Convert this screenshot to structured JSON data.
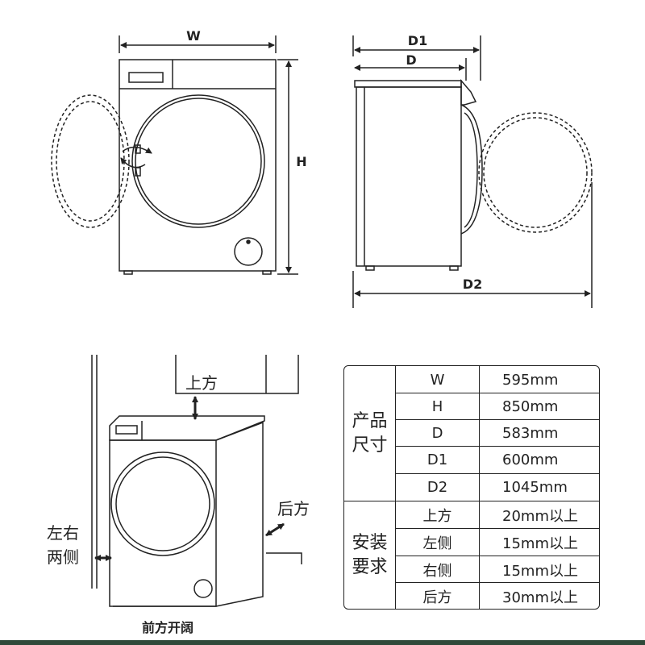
{
  "labels": {
    "width": "W",
    "height": "H",
    "depth": "D",
    "depth1": "D1",
    "depth2": "D2",
    "top": "上方",
    "back": "后方",
    "sides": [
      "左右",
      "两侧"
    ],
    "front": "前方开阔"
  },
  "specs": {
    "product_size": {
      "title": [
        "产品",
        "尺寸"
      ],
      "rows": [
        {
          "key": "W",
          "value": "595mm"
        },
        {
          "key": "H",
          "value": "850mm"
        },
        {
          "key": "D",
          "value": "583mm"
        },
        {
          "key": "D1",
          "value": "600mm"
        },
        {
          "key": "D2",
          "value": "1045mm"
        }
      ]
    },
    "installation": {
      "title": [
        "安装",
        "要求"
      ],
      "rows": [
        {
          "key": "上方",
          "value": "20mm以上"
        },
        {
          "key": "左侧",
          "value": "15mm以上"
        },
        {
          "key": "右侧",
          "value": "15mm以上"
        },
        {
          "key": "后方",
          "value": "30mm以上"
        }
      ]
    }
  },
  "colors": {
    "line": "#222222",
    "accent_bar": "#2f4a3a"
  }
}
